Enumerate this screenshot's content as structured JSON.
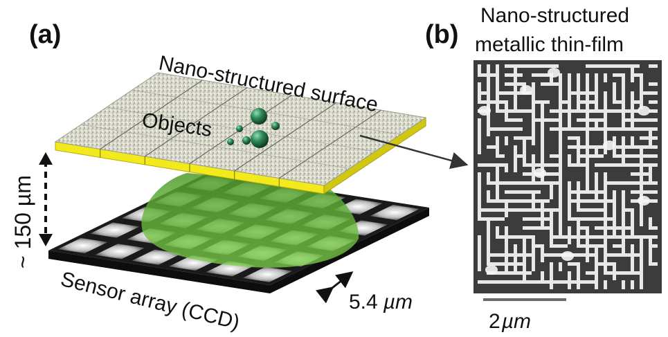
{
  "panel_a": {
    "label": "(a)",
    "surface_label": "Nano-structured surface",
    "objects_label": "Objects",
    "distance_label": "~ 150 µm",
    "sensor_label": "Sensor array (CCD)",
    "pixel_size_value": "5.4",
    "pixel_size_unit": "µm"
  },
  "panel_b": {
    "label": "(b)",
    "title_line1": "Nano-structured",
    "title_line2": "metallic thin-film",
    "scalebar_value": "2",
    "scalebar_unit": "µm"
  },
  "colors": {
    "surface_top": "#d6d6c8",
    "surface_edge": "#f2ea1c",
    "light_cone": "#6fbf3a",
    "objects": "#2f8a5a",
    "sensor_dark": "#1a1a1a",
    "sem_background": "#3c3c3c",
    "sem_features": "#e8e8e8",
    "scalebar": "#6a6a6a"
  }
}
